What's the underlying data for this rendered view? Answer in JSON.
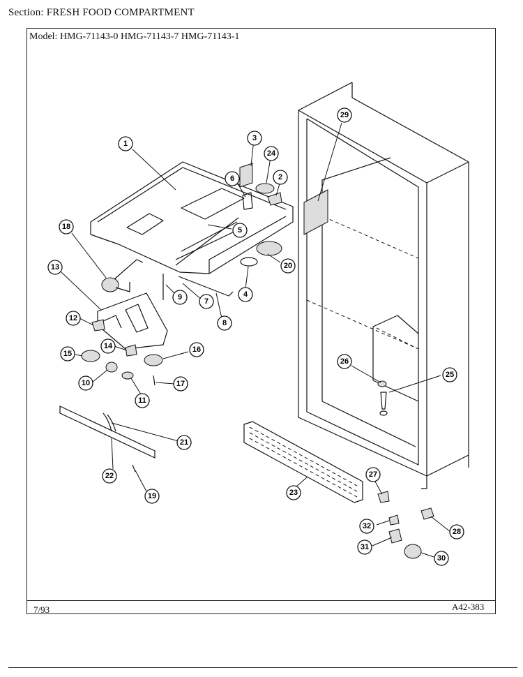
{
  "header": {
    "section_label": "Section:",
    "section_value": "FRESH FOOD COMPARTMENT",
    "model_label": "Model:",
    "models": [
      "HMG-71143-0",
      "HMG-71143-7",
      "HMG-71143-1"
    ]
  },
  "footer": {
    "date": "7/93",
    "drawing_id": "A42-383"
  },
  "callouts": [
    {
      "label": "1"
    },
    {
      "label": "2"
    },
    {
      "label": "3"
    },
    {
      "label": "4"
    },
    {
      "label": "5"
    },
    {
      "label": "6"
    },
    {
      "label": "7"
    },
    {
      "label": "8"
    },
    {
      "label": "9"
    },
    {
      "label": "10"
    },
    {
      "label": "11"
    },
    {
      "label": "12"
    },
    {
      "label": "13"
    },
    {
      "label": "14"
    },
    {
      "label": "15"
    },
    {
      "label": "16"
    },
    {
      "label": "17"
    },
    {
      "label": "18"
    },
    {
      "label": "19"
    },
    {
      "label": "20"
    },
    {
      "label": "21"
    },
    {
      "label": "22"
    },
    {
      "label": "23"
    },
    {
      "label": "24"
    },
    {
      "label": "25"
    },
    {
      "label": "26"
    },
    {
      "label": "27"
    },
    {
      "label": "28"
    },
    {
      "label": "29"
    },
    {
      "label": "30"
    },
    {
      "label": "31"
    },
    {
      "label": "32"
    }
  ]
}
